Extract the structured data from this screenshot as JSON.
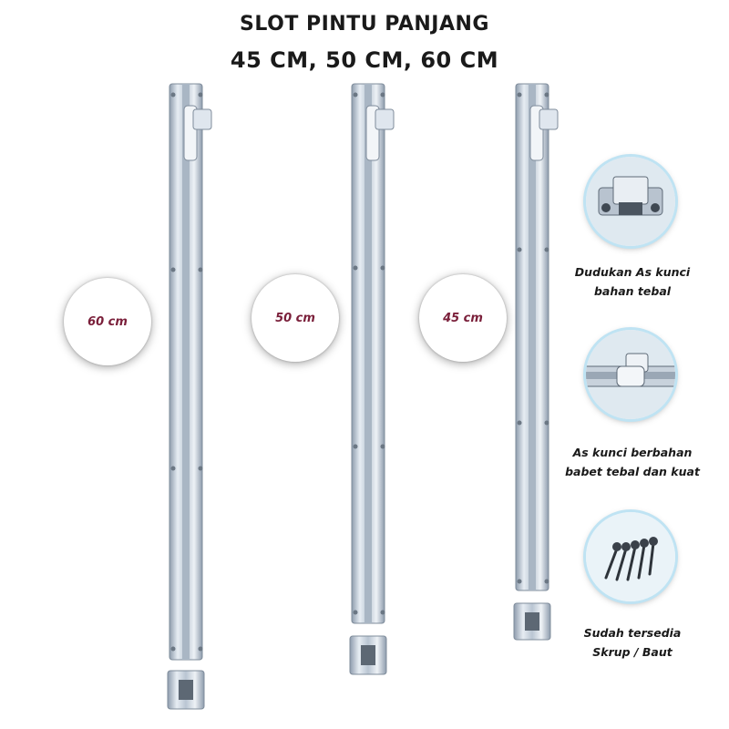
{
  "title": {
    "line1": "SLOT PINTU PANJANG",
    "line2": "45 CM, 50 CM, 60 CM"
  },
  "bolts": [
    {
      "size_label": "60 cm"
    },
    {
      "size_label": "50 cm"
    },
    {
      "size_label": "45 cm"
    }
  ],
  "features": [
    {
      "icon": "bracket-mount-icon",
      "line1": "Dudukan As kunci",
      "line2": "bahan tebal"
    },
    {
      "icon": "bolt-shaft-icon",
      "line1": "As kunci berbahan",
      "line2": "babet tebal dan kuat"
    },
    {
      "icon": "screws-icon",
      "line1": "Sudah tersedia",
      "line2": "Skrup / Baut"
    }
  ],
  "colors": {
    "steel": "#c9d4e0",
    "steel_dark": "#8e9cad",
    "badge_text": "#7a1f3a",
    "thumb_ring": "#bfe3f3"
  }
}
